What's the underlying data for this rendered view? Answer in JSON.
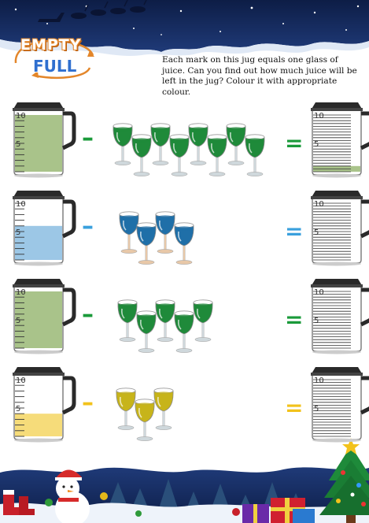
{
  "header": {
    "word_empty": "EMPTY",
    "word_full": "FULL"
  },
  "instructions": "Each mark on this jug equals one glass of juice. Can you find out how much juice will be left in the jug? Colour it with appropriate colour.",
  "jug": {
    "label_top": "10",
    "label_mid": "5"
  },
  "colors": {
    "green_juice": "#1f8a3a",
    "blue_juice": "#1f6fa8",
    "yellow_juice": "#c7b41a",
    "green_fill": "#a9c38a",
    "blue_fill": "#9cc7e6",
    "yellow_fill": "#f6dc7a",
    "green_sign": "#1a9a3a",
    "blue_sign": "#3aa0dd",
    "yellow_sign": "#f2c21b"
  },
  "rows": [
    {
      "color": "green",
      "jug_fill_level": 10,
      "glasses": 8,
      "minus": "–",
      "equals": "=",
      "answer_level": 1
    },
    {
      "color": "blue",
      "jug_fill_level": 6,
      "glasses": 4,
      "minus": "–",
      "equals": "=",
      "answer_level": 0
    },
    {
      "color": "green",
      "jug_fill_level": 10,
      "glasses": 5,
      "minus": "–",
      "equals": "=",
      "answer_level": 0
    },
    {
      "color": "yellow",
      "jug_fill_level": 4,
      "glasses": 3,
      "minus": "–",
      "equals": "=",
      "answer_level": 0
    }
  ]
}
